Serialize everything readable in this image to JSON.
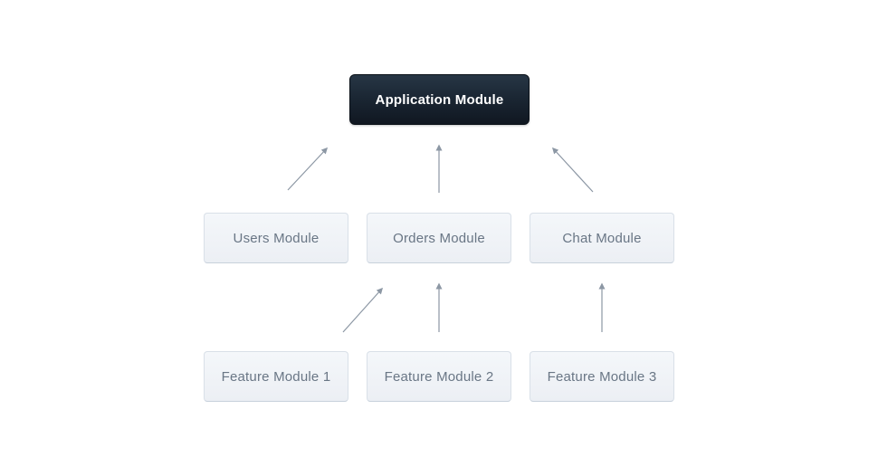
{
  "diagram": {
    "type": "module-dependency-graph",
    "nodes": {
      "application": {
        "label": "Application Module",
        "style": "dark-root"
      },
      "users": {
        "label": "Users Module",
        "style": "light-child"
      },
      "orders": {
        "label": "Orders Module",
        "style": "light-child"
      },
      "chat": {
        "label": "Chat Module",
        "style": "light-child"
      },
      "feature1": {
        "label": "Feature Module 1",
        "style": "light-child"
      },
      "feature2": {
        "label": "Feature Module 2",
        "style": "light-child"
      },
      "feature3": {
        "label": "Feature Module 3",
        "style": "light-child"
      }
    },
    "edges": [
      {
        "from": "users",
        "to": "application"
      },
      {
        "from": "orders",
        "to": "application"
      },
      {
        "from": "chat",
        "to": "application"
      },
      {
        "from": "feature1",
        "to": "orders"
      },
      {
        "from": "feature2",
        "to": "orders"
      },
      {
        "from": "feature3",
        "to": "chat"
      }
    ]
  },
  "colors": {
    "background": "#ffffff",
    "root_box_gradient_top": "#273645",
    "root_box_gradient_bottom": "#101721",
    "root_text": "#ffffff",
    "child_box_bg_top": "#f4f7fa",
    "child_box_bg_bottom": "#eceff4",
    "child_box_border": "#d9e0e8",
    "child_text": "#697685",
    "arrow": "#8c97a4"
  }
}
